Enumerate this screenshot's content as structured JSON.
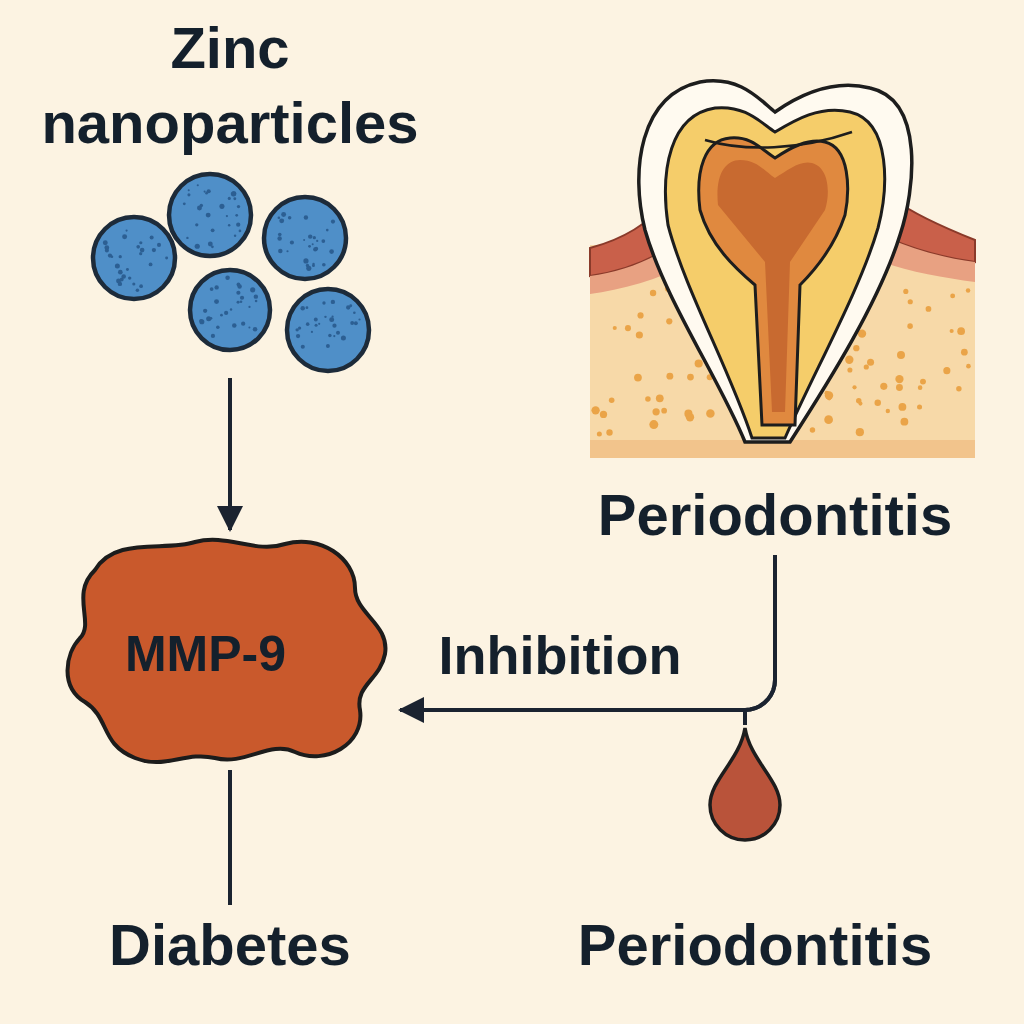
{
  "diagram": {
    "nodes": [
      {
        "text": [
          "Zinc nanoparticles"
        ]
      },
      {
        "text": [
          "Periodontitis"
        ]
      },
      {
        "text": [
          "MMP-9"
        ]
      },
      {
        "text": [
          "Diabetes"
        ]
      },
      {
        "text": [
          "Periodontitis"
        ]
      }
    ],
    "edges": [
      {
        "from": 0,
        "to": 2,
        "arrow": "to"
      },
      {
        "from": 1,
        "to": 2,
        "label": "Inhibition",
        "arrow": "to"
      },
      {
        "from": 1,
        "to": 4,
        "arrow": "none"
      },
      {
        "from": 2,
        "to": 3,
        "arrow": "none"
      }
    ]
  }
}
